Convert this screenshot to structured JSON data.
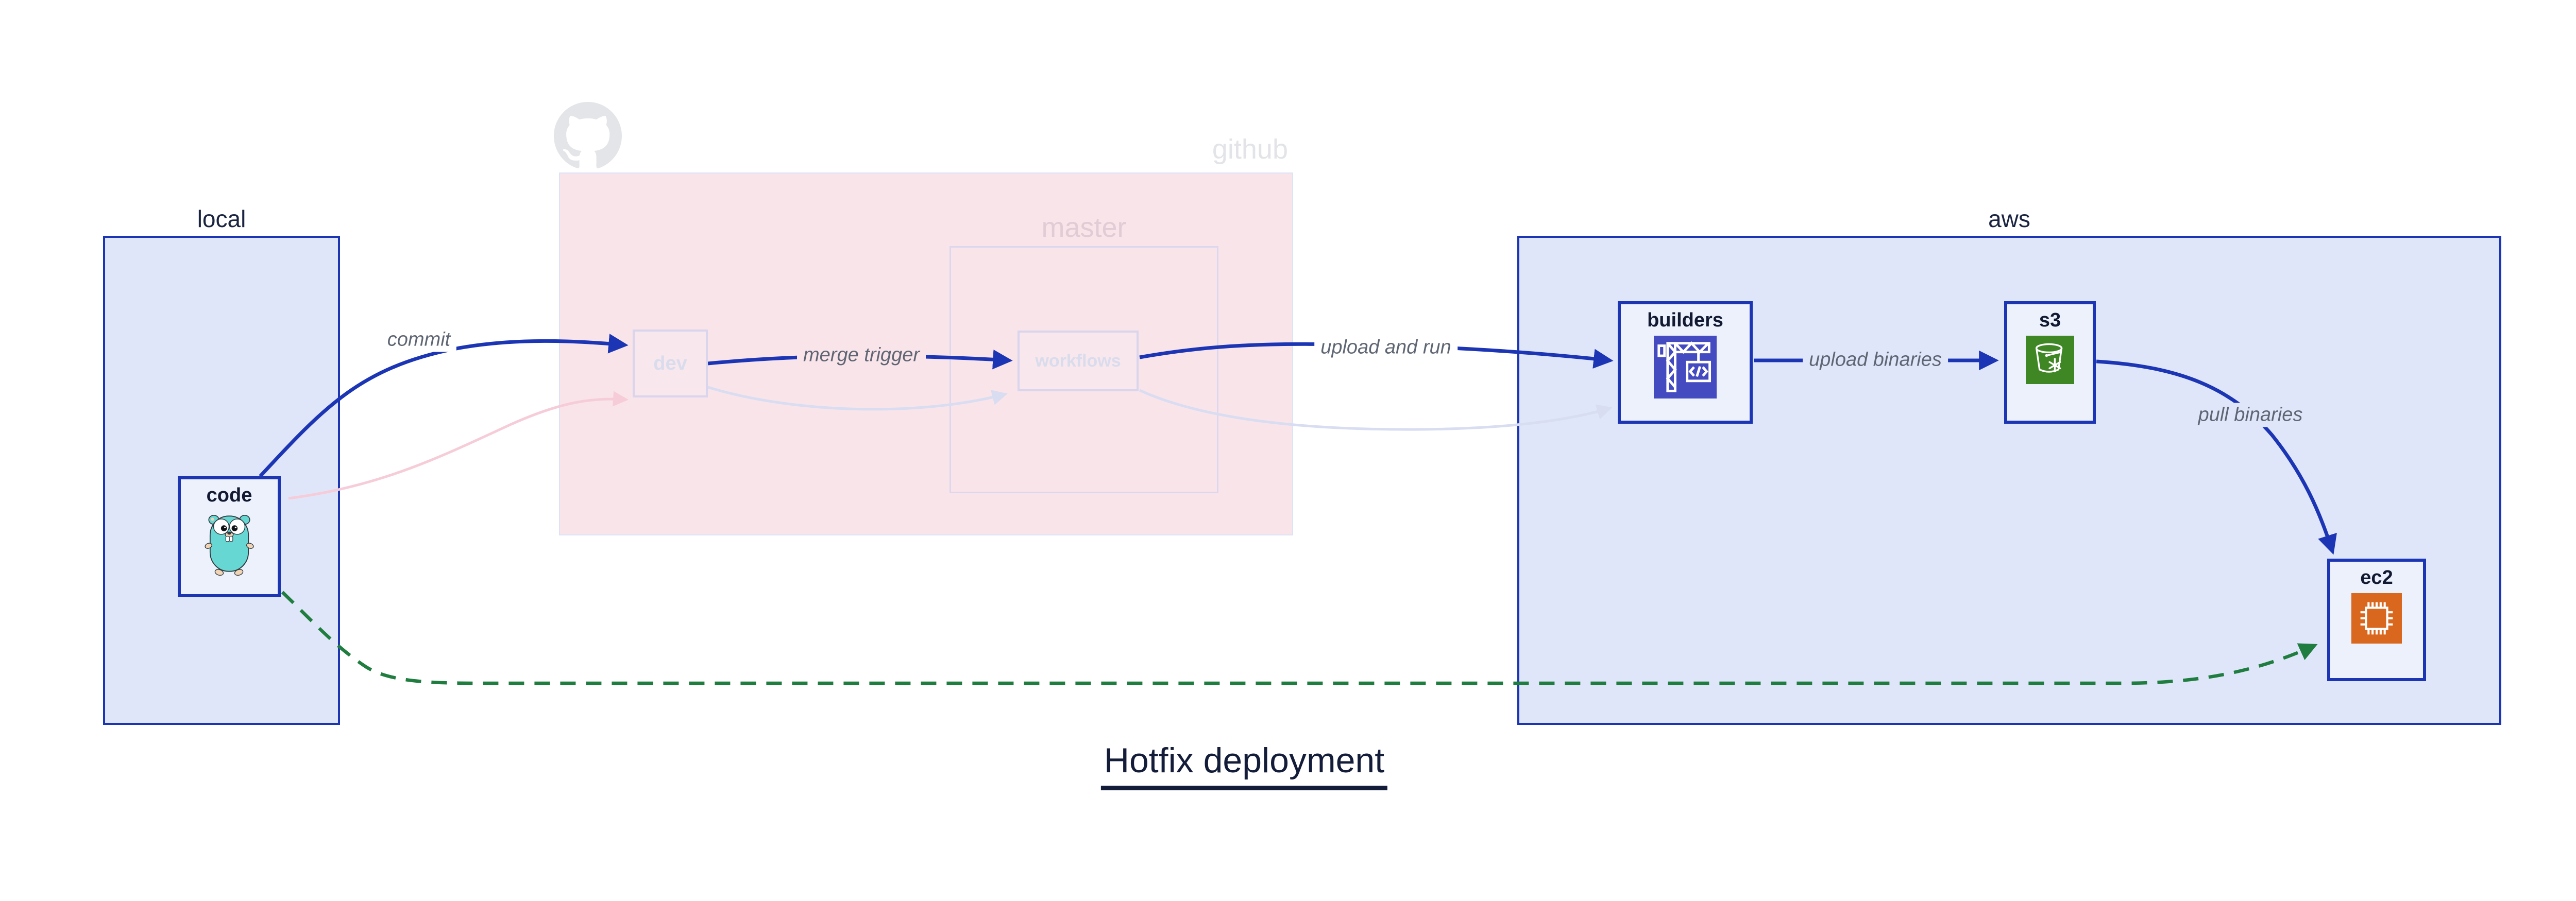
{
  "title": "Hotfix deployment",
  "clusters": {
    "local": {
      "label": "local"
    },
    "github": {
      "label": "github"
    },
    "master": {
      "label": "master"
    },
    "aws": {
      "label": "aws"
    }
  },
  "nodes": {
    "code": {
      "label": "code",
      "icon": "go-gopher-icon"
    },
    "dev": {
      "label": "dev"
    },
    "workflows": {
      "label": "workflows"
    },
    "builders": {
      "label": "builders",
      "icon": "codebuild-crane-icon"
    },
    "s3": {
      "label": "s3",
      "icon": "s3-bucket-icon"
    },
    "ec2": {
      "label": "ec2",
      "icon": "ec2-chip-icon"
    }
  },
  "edges": {
    "commit": {
      "label": "commit",
      "style": "solid-blue"
    },
    "merge_trigger": {
      "label": "merge trigger",
      "style": "solid-blue"
    },
    "upload_and_run": {
      "label": "upload and run",
      "style": "solid-blue"
    },
    "upload_binaries": {
      "label": "upload binaries",
      "style": "solid-blue"
    },
    "pull_binaries": {
      "label": "pull binaries",
      "style": "solid-blue"
    },
    "hotfix_path": {
      "label": "",
      "style": "dashed-green"
    },
    "faded_code_to_dev": {
      "label": "",
      "style": "faded-pink"
    },
    "faded_dev_to_workflows": {
      "label": "",
      "style": "faded-lavender"
    },
    "faded_workflows_to_builders": {
      "label": "",
      "style": "faded-lavender"
    }
  },
  "colors": {
    "primary_blue": "#1b35b4",
    "cluster_fill_blue": "#dfe6f9",
    "node_fill": "#edf1fb",
    "github_pink_fill": "#f9e4ea",
    "faded_border": "#d9d5ec",
    "faded_node_text": "#d9dcec",
    "master_label": "#e1cbd5",
    "github_label": "#e3e4e8",
    "edge_label_gray": "#5f6673",
    "hotfix_green": "#1e7d3f",
    "faded_pink_edge": "#f6ccd8",
    "faded_lavender_edge": "#d8ddf1",
    "builders_icon_bg": "#444ac0",
    "s3_icon_bg": "#3f8624",
    "ec2_icon_bg": "#d9671d",
    "gopher_teal": "#67d7d3",
    "title_navy": "#131c38"
  }
}
